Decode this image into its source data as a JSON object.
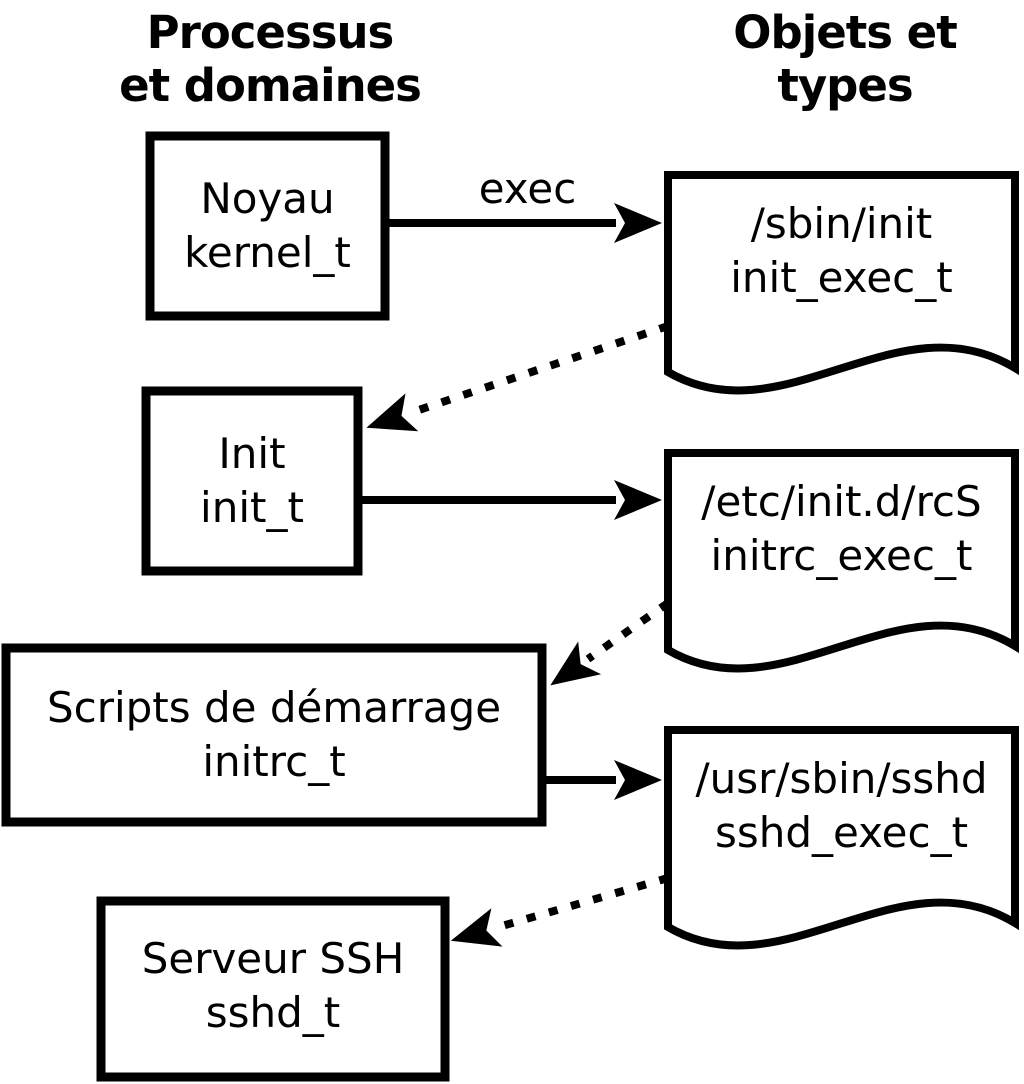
{
  "headers": {
    "left_line1": "Processus",
    "left_line2": "et domaines",
    "right_line1": "Objets et",
    "right_line2": "types"
  },
  "edge_labels": {
    "exec": "exec"
  },
  "process_boxes": [
    {
      "name": "Noyau",
      "domain": "kernel_t"
    },
    {
      "name": "Init",
      "domain": "init_t"
    },
    {
      "name": "Scripts de démarrage",
      "domain": "initrc_t"
    },
    {
      "name": "Serveur SSH",
      "domain": "sshd_t"
    }
  ],
  "object_files": [
    {
      "path": "/sbin/init",
      "type": "init_exec_t"
    },
    {
      "path": "/etc/init.d/rcS",
      "type": "initrc_exec_t"
    },
    {
      "path": "/usr/sbin/sshd",
      "type": "sshd_exec_t"
    }
  ],
  "colors": {
    "stroke": "#000000",
    "background": "#ffffff",
    "text": "#000000"
  }
}
